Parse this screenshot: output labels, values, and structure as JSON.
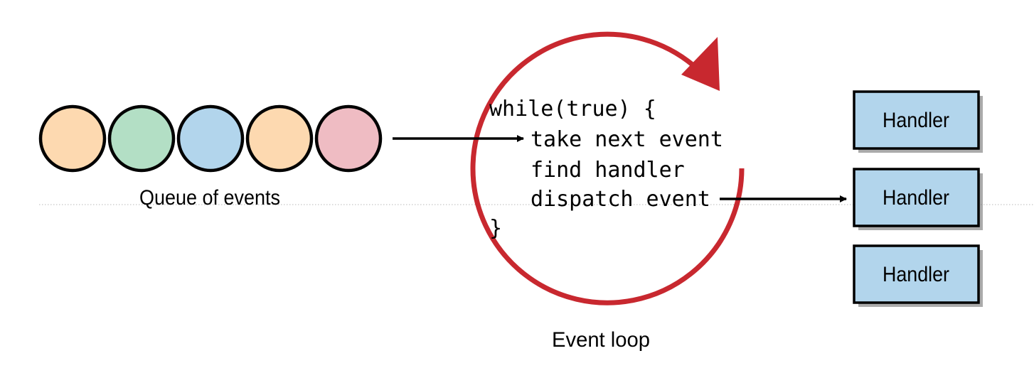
{
  "queue": {
    "label": "Queue of events",
    "events": [
      {
        "color": "#fdd9b0"
      },
      {
        "color": "#b3dfc5"
      },
      {
        "color": "#b2d5ec"
      },
      {
        "color": "#fdd9b0"
      },
      {
        "color": "#efbcc3"
      }
    ]
  },
  "event_loop": {
    "label": "Event loop",
    "loop_color": "#c8282f",
    "code_lines": [
      "while(true) {",
      "take next event",
      "find handler",
      "dispatch event",
      "}"
    ]
  },
  "handlers": {
    "fill": "#b2d5ec",
    "items": [
      {
        "label": "Handler"
      },
      {
        "label": "Handler"
      },
      {
        "label": "Handler"
      }
    ]
  }
}
